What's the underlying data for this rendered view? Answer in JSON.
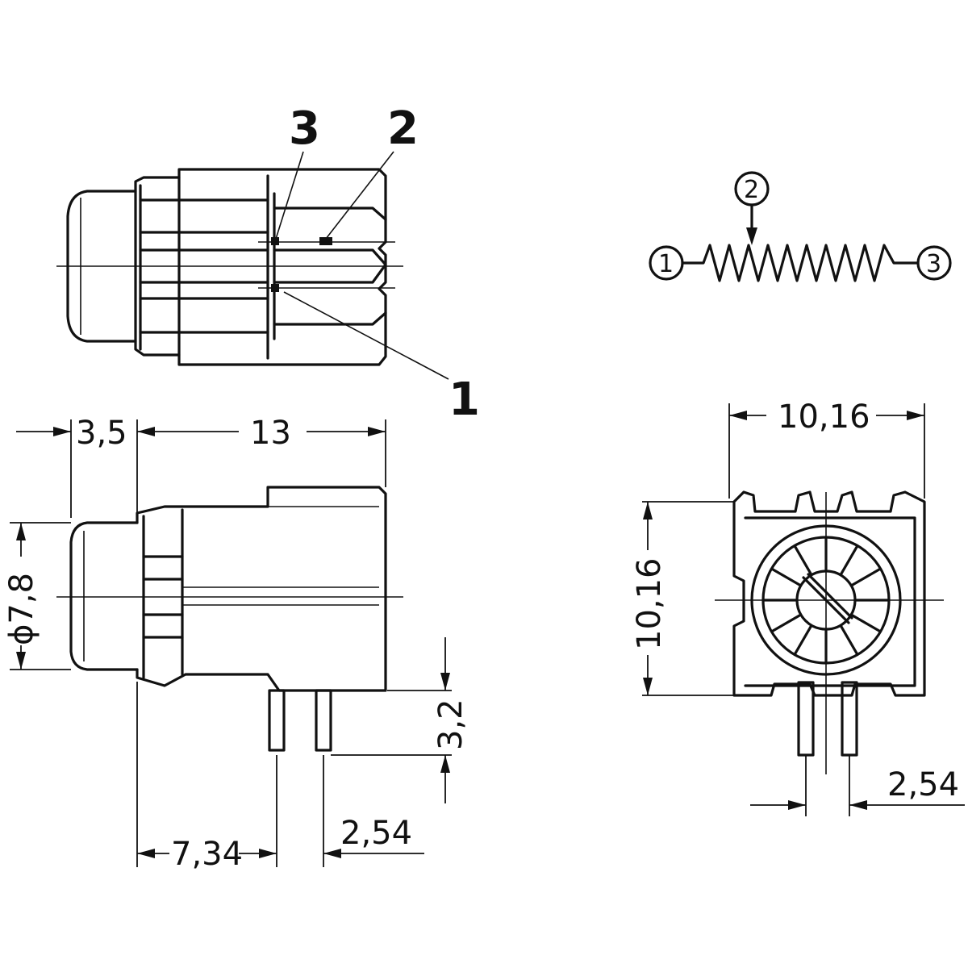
{
  "top_view": {
    "pin_labels": [
      "3",
      "2",
      "1"
    ]
  },
  "side_view": {
    "dims": {
      "knob_depth": "3,5",
      "body_length": "13",
      "diameter": "ϕ7,8",
      "pin_length": "3,2",
      "pin_offset": "7,34",
      "pin_pitch": "2,54"
    }
  },
  "front_view": {
    "dims": {
      "width": "10,16",
      "height": "10,16",
      "pin_pitch": "2,54"
    }
  },
  "schematic": {
    "terminals": [
      "1",
      "2",
      "3"
    ]
  }
}
